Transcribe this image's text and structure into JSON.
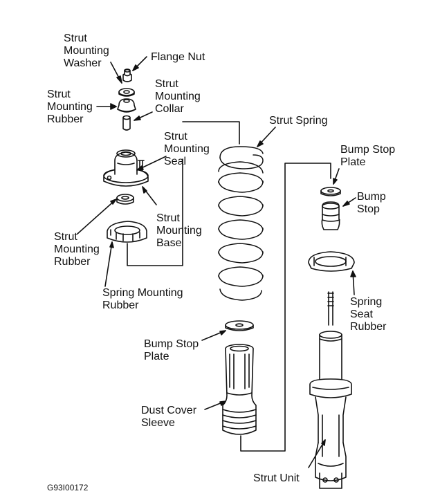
{
  "labels": {
    "strut_mounting_washer": [
      "Strut",
      "Mounting",
      "Washer"
    ],
    "flange_nut": [
      "Flange Nut"
    ],
    "strut_mounting_rubber_top": [
      "Strut",
      "Mounting",
      "Rubber"
    ],
    "strut_mounting_collar": [
      "Strut",
      "Mounting",
      "Collar"
    ],
    "strut_spring": [
      "Strut Spring"
    ],
    "strut_mounting_seal": [
      "Strut",
      "Mounting",
      "Seal"
    ],
    "bump_stop_plate_right": [
      "Bump Stop",
      "Plate"
    ],
    "bump_stop": [
      "Bump",
      "Stop"
    ],
    "strut_mounting_base": [
      "Strut",
      "Mounting",
      "Base"
    ],
    "strut_mounting_rubber_bottom": [
      "Strut",
      "Mounting",
      "Rubber"
    ],
    "spring_seat_rubber": [
      "Spring",
      "Seat",
      "Rubber"
    ],
    "spring_mounting_rubber": [
      "Spring Mounting",
      "Rubber"
    ],
    "bump_stop_plate_left": [
      "Bump Stop",
      "Plate"
    ],
    "dust_cover_sleeve": [
      "Dust Cover",
      "Sleeve"
    ],
    "strut_unit": [
      "Strut Unit"
    ],
    "figure_code": [
      "G93I00172"
    ]
  },
  "colors": {
    "line": "#111111",
    "background": "#ffffff"
  }
}
